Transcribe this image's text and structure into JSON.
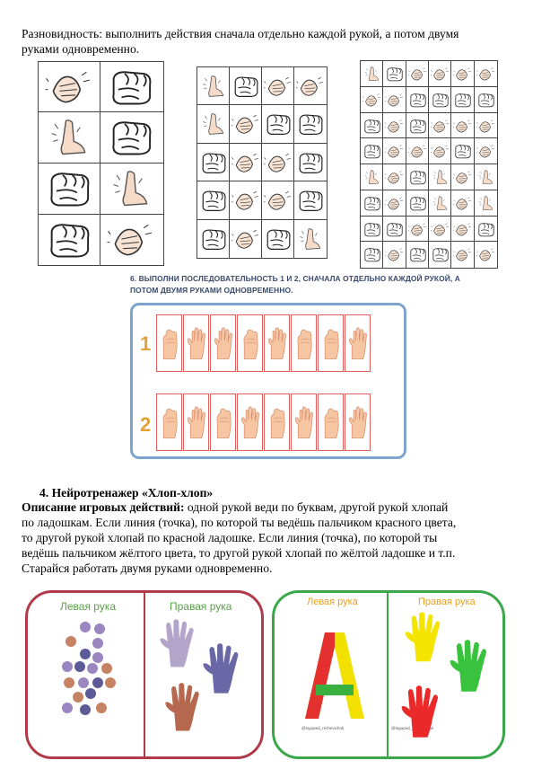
{
  "intro": {
    "line1": "Разновидность: выполнить действия сначала отдельно каждой рукой, а потом двумя",
    "line2": "руками одновременно."
  },
  "task6": {
    "line1": "6. ВЫПОЛНИ ПОСЛЕДОВАТЕЛЬНОСТЬ 1 И 2, СНАЧАЛА ОТДЕЛЬНО КАЖДОЙ РУКОЙ, А",
    "line2": "ПОТОМ ДВУМЯ РУКАМИ ОДНОВРЕМЕННО.",
    "row_numbers": [
      "1",
      "2"
    ]
  },
  "section4": {
    "heading": "4.   Нейротренажер «Хлоп-хлоп»",
    "desc_label": "Описание игровых действий:",
    "desc_lines": [
      " одной рукой веди по буквам, другой рукой хлопай",
      "по ладошкам. Если линия (точка), по которой ты ведёшь пальчиком красного цвета,",
      "то другой рукой хлопай по красной ладошке. Если линия (точка), по которой ты",
      "ведёшь пальчиком жёлтого цвета, то другой рукой хлопай по жёлтой ладошке и т.п.",
      "Старайся работать двумя руками одновременно."
    ]
  },
  "card1": {
    "left_label": "Левая рука",
    "right_label": "Правая рука",
    "colors": {
      "border": "#b03a4a",
      "label": "#5aa04a",
      "dots_purple": "#9a86c0",
      "dots_orange": "#c78264",
      "dots_blue": "#5d5a98"
    }
  },
  "card2": {
    "left_label": "Левая рука",
    "right_label": "Правая рука",
    "letter": "А",
    "credit_left": "@logoped_rechevichok",
    "credit_right": "@logoped_rechevichok",
    "colors": {
      "border": "#3aa84a",
      "label": "#e8a020"
    }
  },
  "icons": [
    "clap-icon",
    "fist-icon",
    "palm-edge-icon",
    "hand-fist-icon",
    "hand-palm-icon"
  ]
}
